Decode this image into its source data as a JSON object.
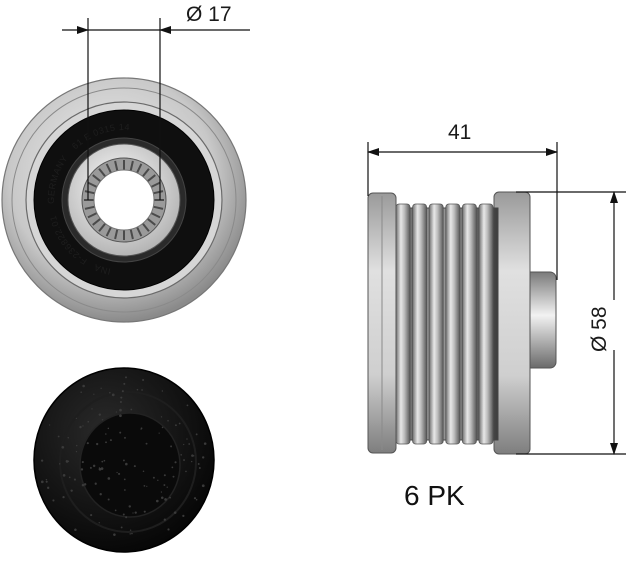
{
  "dimensions": {
    "bore_diameter": "Ø 17",
    "width": "41",
    "outer_diameter": "Ø 58"
  },
  "belt_profile": "6 PK",
  "engraving": {
    "brand": "INA",
    "origin": "GERMANY",
    "part_number": "F-236822.01",
    "code": "61 E 0315 14"
  },
  "colors": {
    "metal_light": "#e4e4e4",
    "metal_mid": "#a8a8a8",
    "metal_dark": "#5e5e5e",
    "rubber": "#0d0d0d",
    "line": "#111111"
  }
}
